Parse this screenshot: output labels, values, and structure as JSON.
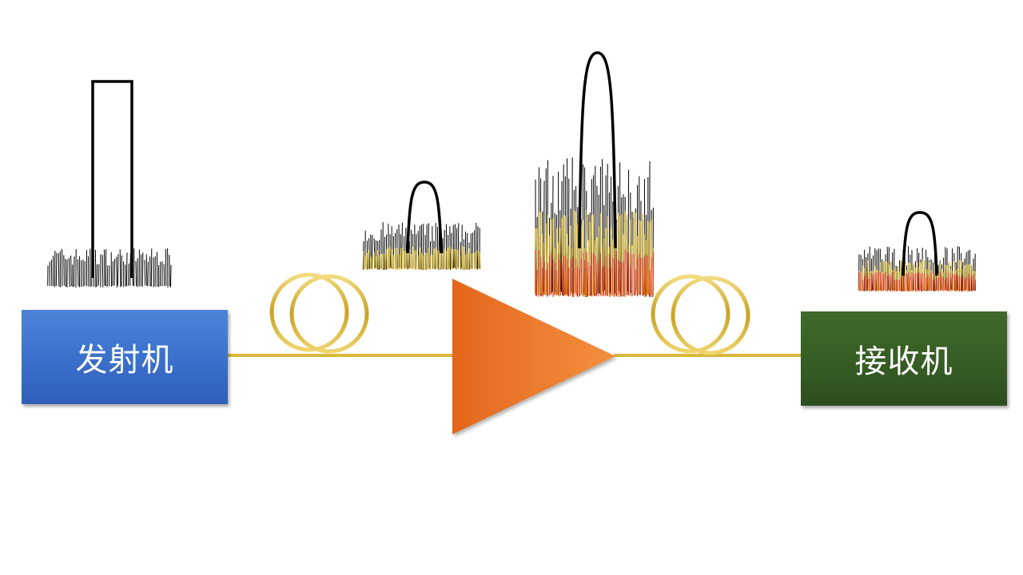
{
  "transmitter": {
    "label": "发射机",
    "color": "#3a6fcb"
  },
  "receiver": {
    "label": "接收机",
    "color": "#355b23"
  },
  "amplifier": {
    "color": "#f07a2a"
  },
  "fiber": {
    "color": "#d8b83a"
  },
  "colors": {
    "signal": "#000000",
    "noise_base": "#000000",
    "noise_gold": "#c9a400",
    "noise_red": "#e02000"
  },
  "spectra": [
    {
      "id": "tx",
      "signal_shape": "rect",
      "signal_level": 0.95,
      "noise_layers": [
        "noise_base"
      ]
    },
    {
      "id": "after-span-1",
      "signal_shape": "peak",
      "signal_level": 0.5,
      "noise_layers": [
        "noise_base",
        "noise_gold"
      ]
    },
    {
      "id": "after-amp",
      "signal_shape": "peak",
      "signal_level": 1.0,
      "noise_layers": [
        "noise_base",
        "noise_gold",
        "noise_red"
      ]
    },
    {
      "id": "rx",
      "signal_shape": "peak",
      "signal_level": 0.4,
      "noise_layers": [
        "noise_base",
        "noise_gold",
        "noise_red"
      ]
    }
  ]
}
